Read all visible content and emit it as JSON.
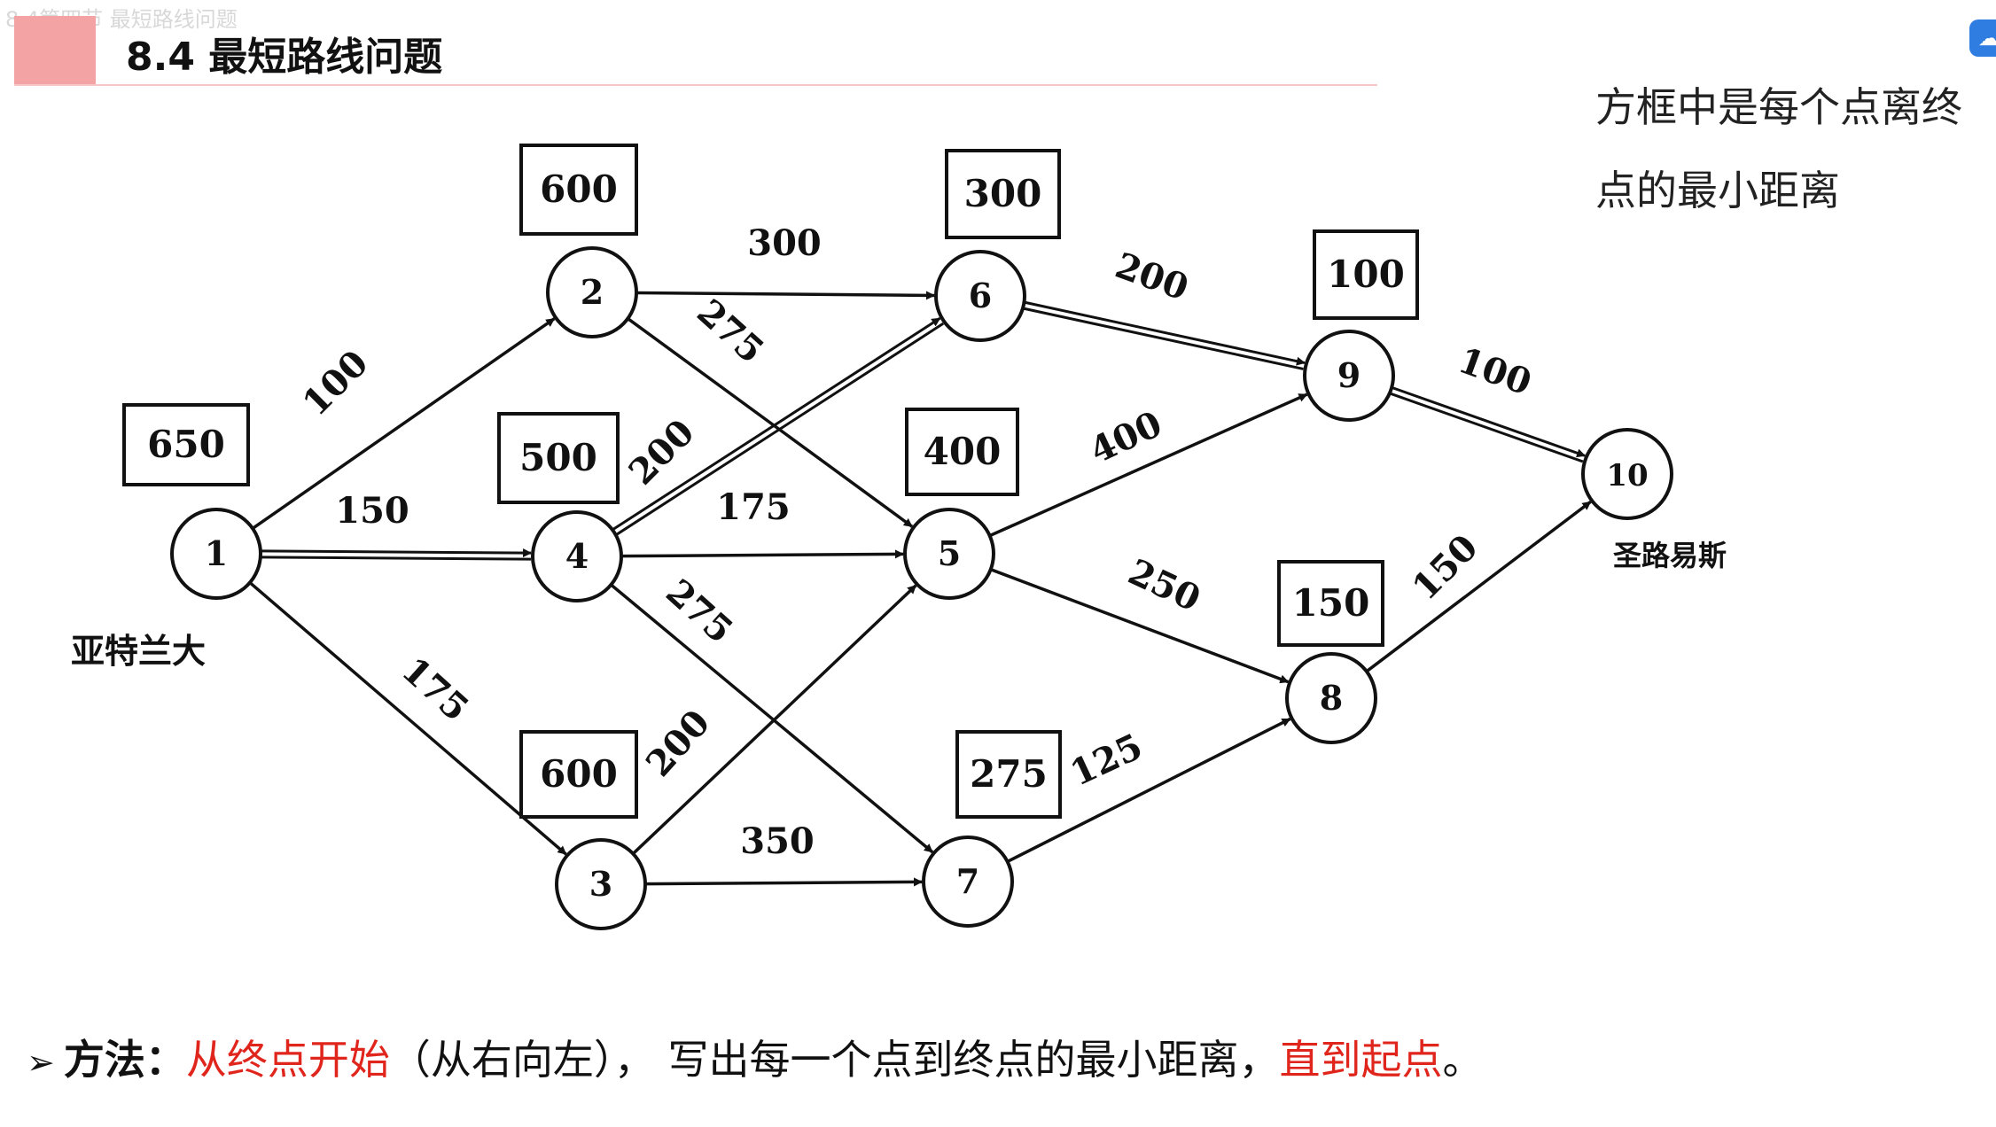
{
  "header": {
    "topbar_text": "8.4第四节 最短路线问题",
    "title": "8.4 最短路线问题"
  },
  "side_note": "方框中是每个点离终点的最小距离",
  "diagram": {
    "nodes": [
      {
        "id": "1",
        "label": "1",
        "box": "650"
      },
      {
        "id": "2",
        "label": "2",
        "box": "600"
      },
      {
        "id": "3",
        "label": "3",
        "box": "600"
      },
      {
        "id": "4",
        "label": "4",
        "box": "500"
      },
      {
        "id": "5",
        "label": "5",
        "box": "400"
      },
      {
        "id": "6",
        "label": "6",
        "box": "300"
      },
      {
        "id": "7",
        "label": "7",
        "box": "275"
      },
      {
        "id": "8",
        "label": "8",
        "box": "150"
      },
      {
        "id": "9",
        "label": "9",
        "box": "100"
      },
      {
        "id": "10",
        "label": "10",
        "box": ""
      }
    ],
    "edges": [
      {
        "from": "1",
        "to": "2",
        "weight": "100",
        "shortest": false
      },
      {
        "from": "1",
        "to": "4",
        "weight": "150",
        "shortest": true
      },
      {
        "from": "1",
        "to": "3",
        "weight": "175",
        "shortest": false
      },
      {
        "from": "2",
        "to": "6",
        "weight": "300",
        "shortest": false
      },
      {
        "from": "2",
        "to": "5",
        "weight": "275",
        "shortest": false
      },
      {
        "from": "4",
        "to": "6",
        "weight": "200",
        "shortest": true
      },
      {
        "from": "4",
        "to": "5",
        "weight": "175",
        "shortest": false
      },
      {
        "from": "4",
        "to": "7",
        "weight": "275",
        "shortest": false
      },
      {
        "from": "3",
        "to": "5",
        "weight": "200",
        "shortest": false
      },
      {
        "from": "3",
        "to": "7",
        "weight": "350",
        "shortest": false
      },
      {
        "from": "6",
        "to": "9",
        "weight": "200",
        "shortest": true
      },
      {
        "from": "5",
        "to": "9",
        "weight": "400",
        "shortest": false
      },
      {
        "from": "5",
        "to": "8",
        "weight": "250",
        "shortest": false
      },
      {
        "from": "7",
        "to": "8",
        "weight": "125",
        "shortest": false
      },
      {
        "from": "9",
        "to": "10",
        "weight": "100",
        "shortest": true
      },
      {
        "from": "8",
        "to": "10",
        "weight": "150",
        "shortest": false
      }
    ],
    "start_label": "亚特兰大",
    "end_label": "圣路易斯"
  },
  "method": {
    "arrow_symbol": "➢",
    "prefix": "方法：",
    "part1": "从终点开始",
    "part2": "（从右向左）， 写出每一个点到终点的最小距离，",
    "part3": "直到起点",
    "part4": "。"
  },
  "colors": {
    "accent": "#f3a3a3",
    "highlight": "#e0261c",
    "icon": "#2f7de1"
  }
}
